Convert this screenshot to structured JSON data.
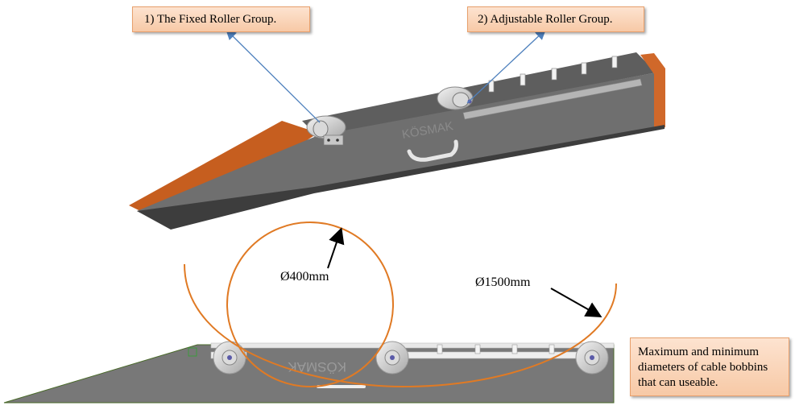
{
  "callouts": {
    "fixed_roller": "1) The Fixed Roller Group.",
    "adjustable_roller": "2) Adjustable Roller Group.",
    "diameter_note": "Maximum and minimum diameters of cable bobbins that can useable."
  },
  "dimensions": {
    "small_diameter": "Ø400mm",
    "large_diameter": "Ø1500mm"
  },
  "brand": {
    "top_view_mark": "KÖSMAK",
    "side_view_mark": "KÖSMAK"
  },
  "colors": {
    "steel_top": "#6b6b6b",
    "steel_side": "#4d4d4d",
    "steel_plate": "#7a7a7a",
    "orange_edge": "#c65e1f",
    "diameter_circle": "#e07a24",
    "arrow_line": "#4f81bd",
    "callout_fill": "#fbd5b8"
  }
}
